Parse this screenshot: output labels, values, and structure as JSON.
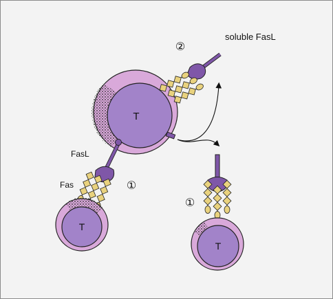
{
  "labels": {
    "soluble_fasl": "soluble FasL",
    "fasl": "FasL",
    "fas": "Fas",
    "step_one": "①",
    "step_two": "②",
    "cell_t": "T"
  },
  "colors": {
    "background": "#f3f3f3",
    "membrane": "#d9a9da",
    "cytoplasm": "#a283c9",
    "fasl": "#7f57a8",
    "fas": "#e9d27e",
    "outline": "#222222"
  }
}
